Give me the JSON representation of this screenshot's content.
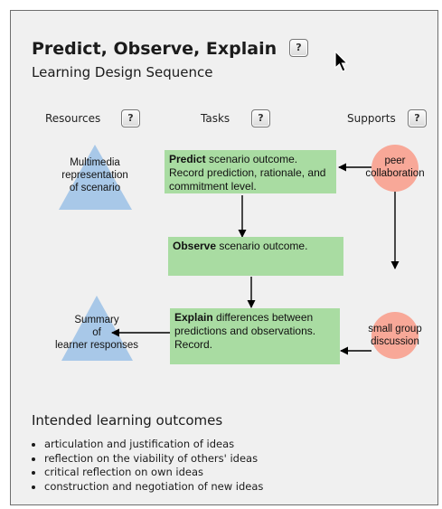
{
  "header": {
    "title": "Predict, Observe, Explain",
    "subtitle": "Learning Design Sequence",
    "help_label": "?"
  },
  "columns": {
    "resources": "Resources",
    "tasks": "Tasks",
    "supports": "Supports",
    "help_label": "?"
  },
  "resources": [
    {
      "label_lines": [
        "Multimedia",
        "representation",
        "of scenario"
      ]
    },
    {
      "label_lines": [
        "Summary",
        "of",
        "learner responses"
      ]
    }
  ],
  "tasks": [
    {
      "bold": "Predict",
      "text": " scenario outcome. Record prediction, rationale, and commitment level."
    },
    {
      "bold": "Observe",
      "text": " scenario outcome."
    },
    {
      "bold": "Explain",
      "text": " differences between predictions and observations. Record."
    }
  ],
  "supports": [
    {
      "label_lines": [
        "peer",
        "collaboration"
      ]
    },
    {
      "label_lines": [
        "small group",
        "discussion"
      ]
    }
  ],
  "outcomes": {
    "title": "Intended learning outcomes",
    "items": [
      "articulation and justification of ideas",
      "reflection on the viability of others' ideas",
      "critical reflection on own ideas",
      "construction and negotiation of new ideas"
    ]
  },
  "colors": {
    "task_box": "#a9dca2",
    "resource_triangle": "#a8c8e8",
    "support_circle": "#f8a898",
    "panel_bg": "#f0f0f0"
  },
  "icons": {
    "help": "question-mark-button",
    "cursor": "arrow-pointer-icon"
  }
}
